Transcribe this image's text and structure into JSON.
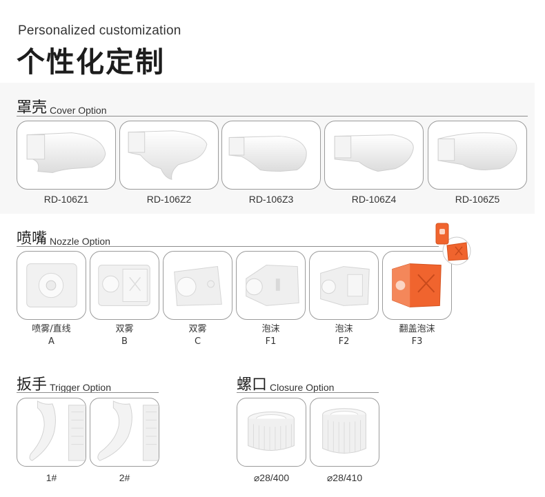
{
  "header": {
    "subtitle": "Personalized customization",
    "title": "个性化定制"
  },
  "cover": {
    "title_cn": "罩壳",
    "title_en": "Cover Option",
    "items": [
      {
        "label": "RD-106Z1"
      },
      {
        "label": "RD-106Z2"
      },
      {
        "label": "RD-106Z3"
      },
      {
        "label": "RD-106Z4"
      },
      {
        "label": "RD-106Z5"
      }
    ]
  },
  "nozzle": {
    "title_cn": "喷嘴",
    "title_en": "Nozzle Option",
    "items": [
      {
        "name": "喷雾/直线",
        "code": "A"
      },
      {
        "name": "双雾",
        "code": "B"
      },
      {
        "name": "双雾",
        "code": "C"
      },
      {
        "name": "泡沫",
        "code": "F1"
      },
      {
        "name": "泡沫",
        "code": "F2"
      },
      {
        "name": "翻盖泡沫",
        "code": "F3"
      }
    ],
    "accent_color": "#f0642e"
  },
  "trigger": {
    "title_cn": "扳手",
    "title_en": "Trigger Option",
    "items": [
      {
        "label": "1#"
      },
      {
        "label": "2#"
      }
    ]
  },
  "closure": {
    "title_cn": "螺口",
    "title_en": "Closure Option",
    "items": [
      {
        "label": "⌀28/400"
      },
      {
        "label": "⌀28/410"
      }
    ]
  }
}
